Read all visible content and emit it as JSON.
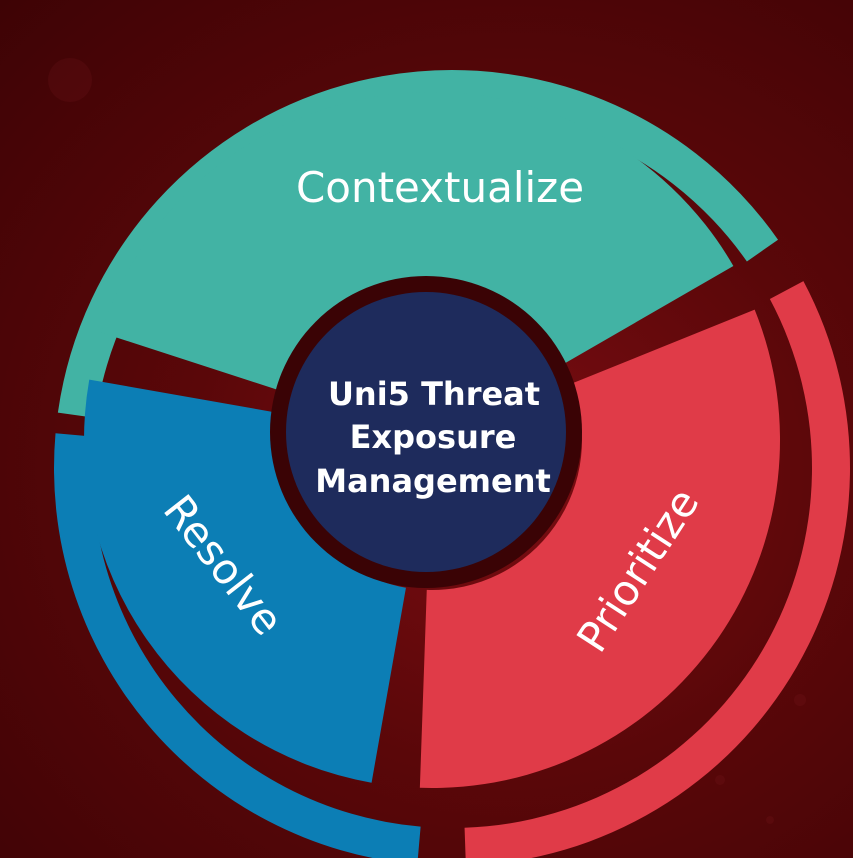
{
  "diagram": {
    "center": {
      "lines": [
        "Uni5 Threat",
        "Exposure",
        "Management"
      ],
      "color": "#1e2b5c"
    },
    "segments": [
      {
        "id": "contextualize",
        "label": "Contextualize",
        "color": "#42b3a4"
      },
      {
        "id": "prioritize",
        "label": "Prioritize",
        "color": "#e03b48"
      },
      {
        "id": "resolve",
        "label": "Resolve",
        "color": "#0c7eb5"
      }
    ],
    "colors": {
      "gap": "#5a0709",
      "background": "#4a0406"
    }
  }
}
